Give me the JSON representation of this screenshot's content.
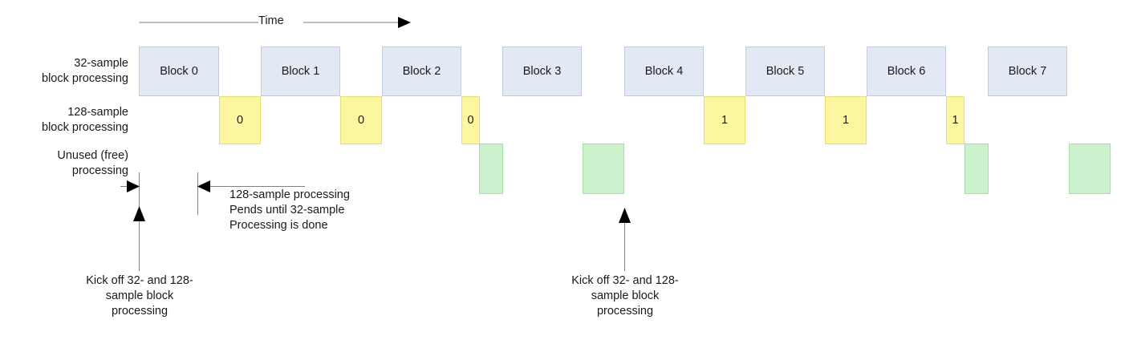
{
  "time_axis": {
    "label": "Time"
  },
  "rows": [
    {
      "id": "row-32-sample",
      "label": "32-sample\nblock processing"
    },
    {
      "id": "row-128-sample",
      "label": "128-sample\nblock processing"
    },
    {
      "id": "row-unused",
      "label": "Unused (free)\nprocessing"
    }
  ],
  "blocks_32": [
    {
      "label": "Block 0"
    },
    {
      "label": "Block 1"
    },
    {
      "label": "Block 2"
    },
    {
      "label": "Block 3"
    },
    {
      "label": "Block 4"
    },
    {
      "label": "Block 5"
    },
    {
      "label": "Block 6"
    },
    {
      "label": "Block 7"
    }
  ],
  "blocks_128": [
    {
      "label": "0"
    },
    {
      "label": "0"
    },
    {
      "label": "0"
    },
    {
      "label": "1"
    },
    {
      "label": "1"
    },
    {
      "label": "1"
    }
  ],
  "blocks_free": [
    {
      "label": ""
    },
    {
      "label": ""
    },
    {
      "label": ""
    },
    {
      "label": ""
    }
  ],
  "annotations": {
    "pend_note": "128-sample processing\nPends until 32-sample\nProcessing is done",
    "kickoff_1": "Kick off 32- and 128-\nsample block\nprocessing",
    "kickoff_2": "Kick off 32- and 128-\nsample block\nprocessing"
  },
  "colors": {
    "block_32_fill": "#e3e9f4",
    "block_32_stroke": "#c3cbdc",
    "block_128_fill": "#fdf6a0",
    "block_128_stroke": "#e8de72",
    "free_fill": "#ccf2cd",
    "free_stroke": "#a9dcab",
    "line": "#808080",
    "text": "#1a1a1a"
  }
}
